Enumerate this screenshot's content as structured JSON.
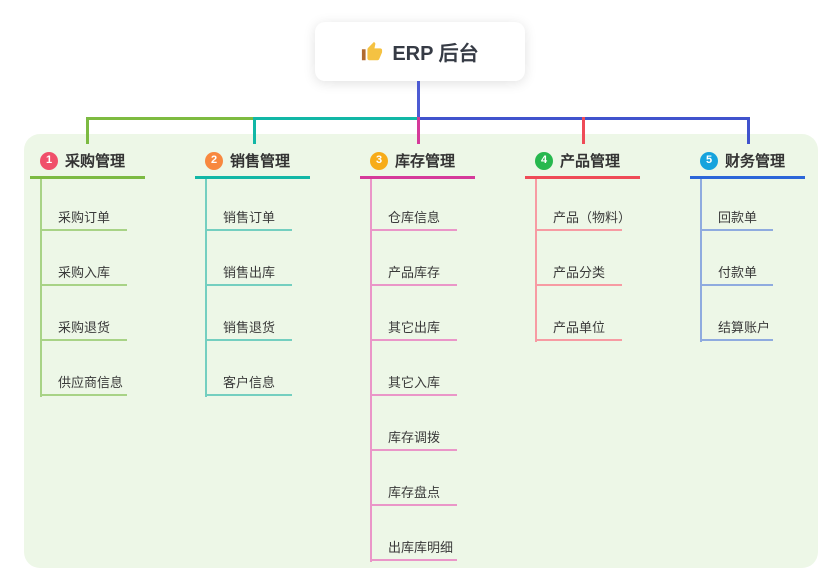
{
  "root": {
    "icon": "thumbs-up",
    "label": "ERP 后台"
  },
  "colors": {
    "panel_bg": "#edf7e7",
    "stem": "#4d5bd3",
    "bar_left": "#7ebb40",
    "bar_middle": "#12b7a6",
    "bar_right": "#4053cd",
    "icon_hand": "#f5c242",
    "icon_cuff": "#b06a30"
  },
  "branches": [
    {
      "badge": "1",
      "label": "采购管理",
      "badge_color": "#f0506a",
      "line_color": "#7cba42",
      "child_line_color": "#a8d386",
      "drop_color": "#7cba42",
      "children": [
        "采购订单",
        "采购入库",
        "采购退货",
        "供应商信息"
      ]
    },
    {
      "badge": "2",
      "label": "销售管理",
      "badge_color": "#f8883f",
      "line_color": "#12b7a6",
      "child_line_color": "#74cfc0",
      "drop_color": "#12b7a6",
      "children": [
        "销售订单",
        "销售出库",
        "销售退货",
        "客户信息"
      ]
    },
    {
      "badge": "3",
      "label": "库存管理",
      "badge_color": "#f7ac19",
      "line_color": "#d53a9a",
      "child_line_color": "#ea96c8",
      "drop_color": "#d53a9a",
      "children": [
        "仓库信息",
        "产品库存",
        "其它出库",
        "其它入库",
        "库存调拨",
        "库存盘点",
        "出库库明细"
      ]
    },
    {
      "badge": "4",
      "label": "产品管理",
      "badge_color": "#27b84e",
      "line_color": "#ef4b57",
      "child_line_color": "#f79ba3",
      "drop_color": "#ef4b57",
      "children": [
        "产品（物料）",
        "产品分类",
        "产品单位"
      ]
    },
    {
      "badge": "5",
      "label": "财务管理",
      "badge_color": "#16a3dd",
      "line_color": "#2c66d9",
      "child_line_color": "#8fabdf",
      "drop_color": "#4053cd",
      "children": [
        "回款单",
        "付款单",
        "结算账户"
      ]
    }
  ]
}
